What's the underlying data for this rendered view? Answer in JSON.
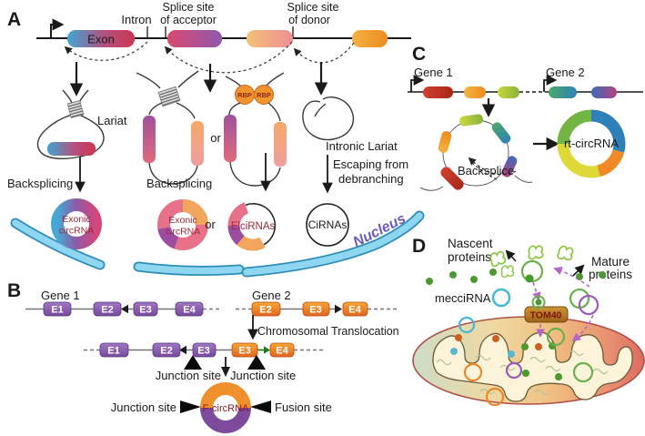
{
  "figure": {
    "panel_a": {
      "label": "A",
      "exon": "Exon",
      "intron": "Intron",
      "splice_site": "Splice site",
      "of_acceptor": "of acceptor",
      "of_donor": "of donor",
      "lariat": "Lariat",
      "rbp": "RBP",
      "or": "or",
      "backsplicing": "Backsplicing",
      "exonic": "Exonic",
      "circrna": "circRNA",
      "elcirnas": "ElciRNAs",
      "intronic_lariat": "Intronic Lariat",
      "escaping_from": "Escaping from",
      "debranching": "debranching",
      "cirnas": "CiRNAs",
      "nucleus": "Nucleus"
    },
    "panel_b": {
      "label": "B",
      "gene1": "Gene 1",
      "gene2": "Gene 2",
      "exons": [
        "E1",
        "E2",
        "E3",
        "E4"
      ],
      "translocation": "Chromosomal Translocation",
      "junction_site": "Junction site",
      "fusion_site": "Fusion site",
      "f_circrna": "F-circRNA"
    },
    "panel_c": {
      "label": "C",
      "gene1": "Gene 1",
      "gene2": "Gene 2",
      "backsplice": "Backsplice",
      "rt_circrna": "rt-circRNA"
    },
    "panel_d": {
      "label": "D",
      "nascent": "Nascent",
      "proteins": "proteins",
      "mature": "Mature",
      "meccirna": "mecciRNA",
      "tom40": "TOM40"
    },
    "colors": {
      "exon_gradient_start": "#3fa5d6",
      "exon_gradient_end": "#cf3552",
      "purple_exon": "#7a4a9e",
      "orange_exon": "#ef8a22",
      "rbp_circle": "#f2952f",
      "nucleus_band": "#8fd6f0",
      "nucleus_text": "#6a5abf",
      "ring_text_red": "#a02838",
      "f_circ_orange": "#f0902c",
      "f_circ_purple": "#7d4a9e",
      "rt_green": "#72b544",
      "rt_blue": "#2f80b8",
      "rt_orange": "#ef8a26",
      "rt_yellow": "#ded838",
      "tom40_fill": "#c8862a",
      "mito_left": "#cfdfca",
      "mito_right": "#e0706a",
      "green_dot": "#4a9a2f",
      "cyan_ring": "#45b8d8",
      "purple_ring": "#9a5ab8",
      "green_ring": "#6ab04a"
    }
  }
}
